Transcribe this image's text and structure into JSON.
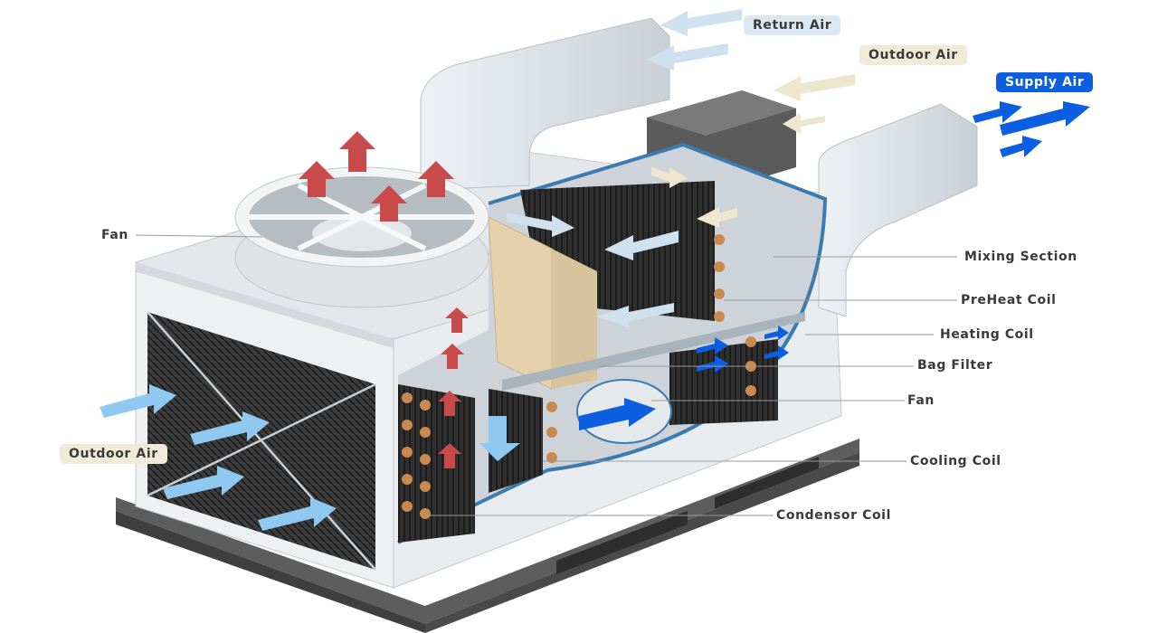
{
  "diagram": {
    "labels": {
      "return_air": "Return Air",
      "outdoor_air_top": "Outdoor Air",
      "supply_air": "Supply Air",
      "fan_left": "Fan",
      "outdoor_air_left": "Outdoor Air",
      "mixing_section": "Mixing Section",
      "preheat_coil": "PreHeat Coil",
      "heating_coil": "Heating Coil",
      "bag_filter": "Bag Filter",
      "fan_right": "Fan",
      "cooling_coil": "Cooling Coil",
      "condensor_coil": "Condensor Coil"
    },
    "colors": {
      "return_air_arrow": "#cfe0ef",
      "outdoor_air_arrow": "#efe6cf",
      "supply_air_arrow": "#0b5fe0",
      "exhaust_arrow": "#c94a4a",
      "intake_arrow": "#8fc8f0",
      "cabinet_frame": "#e8eaec",
      "cutaway_outline": "#3b7bb0",
      "coil_copper": "#c88a50",
      "filter": "#e5d2ad",
      "base": "#5a5a5a"
    }
  }
}
